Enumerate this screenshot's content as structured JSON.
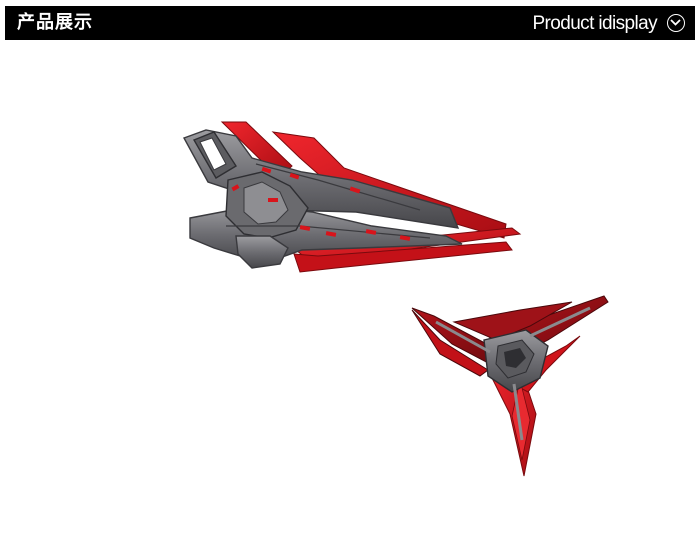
{
  "header": {
    "title_cn": "产品展示",
    "title_en": "Product idisplay",
    "chevron_icon": "chevron-down-circle-icon"
  },
  "product_photo": {
    "items": [
      "winged-blade-ornament",
      "tri-blade-shuriken-ornament"
    ],
    "colors": {
      "metal": "#7a7a7e",
      "metal_dark": "#4a4a4e",
      "red": "#d8141b",
      "red_dark": "#8a0f14"
    }
  }
}
